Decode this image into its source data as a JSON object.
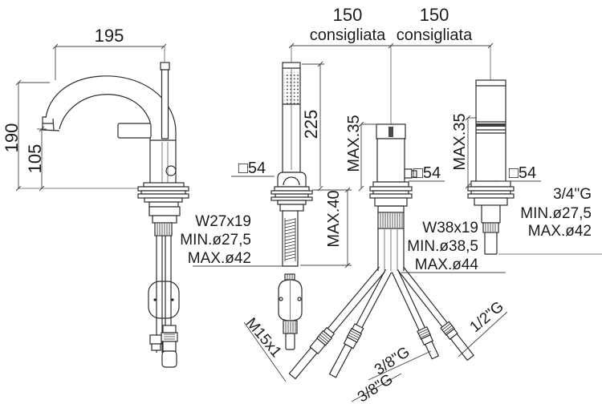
{
  "top_dimensions": {
    "d150_a": "150",
    "cons_a": "consigliata",
    "d150_b": "150",
    "cons_b": "consigliata"
  },
  "faucet": {
    "d195": "195",
    "d190": "190",
    "d105": "105"
  },
  "handshower": {
    "d225": "225",
    "sq54": "□54",
    "max40": "MAX.40",
    "m15": "M15x1",
    "specs": [
      "W27x19",
      "MIN.ø27,5",
      "MAX.ø42"
    ]
  },
  "diverter": {
    "max35": "MAX.35",
    "sq54": "□54",
    "specs": [
      "W38x19",
      "MIN.ø38,5",
      "MAX.ø44"
    ],
    "hose_labels": [
      "3/8\"G",
      "3/8\"G",
      "1/2\"G"
    ]
  },
  "handle": {
    "max35": "MAX.35",
    "sq54": "□54",
    "specs": [
      "3/4\"G",
      "MIN.ø27,5",
      "MAX.ø42"
    ]
  }
}
